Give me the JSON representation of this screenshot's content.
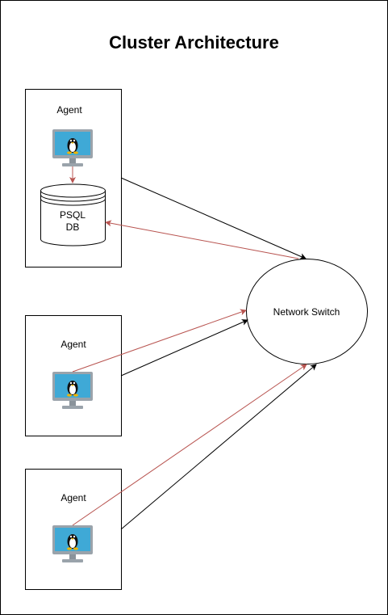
{
  "diagram": {
    "title": "Cluster Architecture",
    "agents": [
      {
        "label": "Agent",
        "icon": "linux-monitor-icon"
      },
      {
        "label": "Agent",
        "icon": "linux-monitor-icon"
      },
      {
        "label": "Agent",
        "icon": "linux-monitor-icon"
      }
    ],
    "database": {
      "line1": "PSQL",
      "line2": "DB"
    },
    "switch": {
      "label": "Network Switch"
    },
    "colors": {
      "black_edge": "#000000",
      "red_edge": "#b85450",
      "monitor_screen": "#3fa9d6",
      "monitor_frame": "#9aa3ab"
    }
  }
}
